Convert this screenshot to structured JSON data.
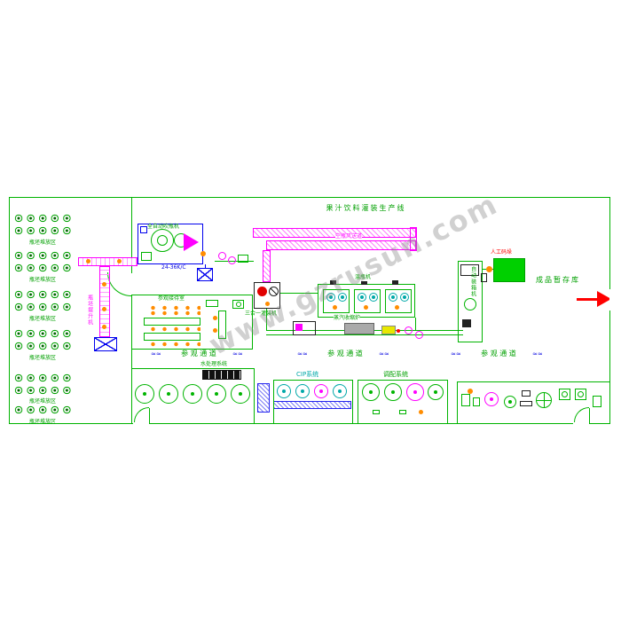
{
  "title": "果汁饮料灌装生产线",
  "watermark": "www.gzrusun.com",
  "colors": {
    "cad_green": "#00b400",
    "magenta": "#ff00ff",
    "blue": "#0000ee",
    "cyan": "#00a8a8",
    "orange": "#ff8c00",
    "red": "#ff0000",
    "pallet_fill_green": "#00d000"
  },
  "storage": {
    "blocks": [
      {
        "label": "瓶坯堆放区"
      },
      {
        "label": "瓶坯堆放区"
      },
      {
        "label": "瓶坯堆放区"
      },
      {
        "label": "瓶坯堆放区"
      },
      {
        "label": "瓶坯堆放区"
      },
      {
        "label": "瓶坯堆放区"
      }
    ]
  },
  "machines": {
    "elevator": "瓶坯提升机",
    "blow_molder": "全自动吹瓶机",
    "capacity": "24-36K/C",
    "air_conveyor": "空瓶风送道",
    "filler": "三合一灌装机",
    "warmer": "温瓶机",
    "shrink_tunnel": "蒸汽收缩炉",
    "case_packer": "自动装箱机",
    "palletizing": "人工码垛",
    "warehouse": "成品暂存库"
  },
  "rooms": {
    "reception": "参观接待室",
    "water_treatment": "水处理系统",
    "cip": "CIP系统",
    "blending": "调配系统"
  },
  "corridor": {
    "label": "参 观 通 道",
    "wave": "≈≈"
  }
}
